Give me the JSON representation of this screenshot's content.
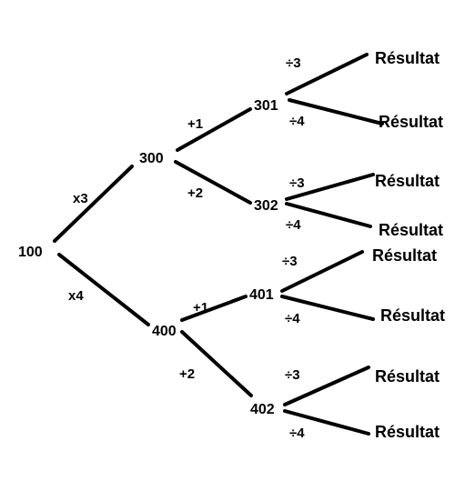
{
  "root": {
    "value": "100"
  },
  "level1": [
    {
      "value": "300",
      "op": "x3"
    },
    {
      "value": "400",
      "op": "x4"
    }
  ],
  "level2": [
    {
      "value": "301",
      "op": "+1"
    },
    {
      "value": "302",
      "op": "+2"
    },
    {
      "value": "401",
      "op": "+1"
    },
    {
      "value": "402",
      "op": "+2"
    }
  ],
  "level3": [
    {
      "label": "Résultat",
      "op": "÷3"
    },
    {
      "label": "Résultat",
      "op": "÷4"
    },
    {
      "label": "Résultat",
      "op": "÷3"
    },
    {
      "label": "Résultat",
      "op": "÷4"
    },
    {
      "label": "Résultat",
      "op": "÷3"
    },
    {
      "label": "Résultat",
      "op": "÷4"
    },
    {
      "label": "Résultat",
      "op": "÷3"
    },
    {
      "label": "Résultat",
      "op": "÷4"
    }
  ]
}
